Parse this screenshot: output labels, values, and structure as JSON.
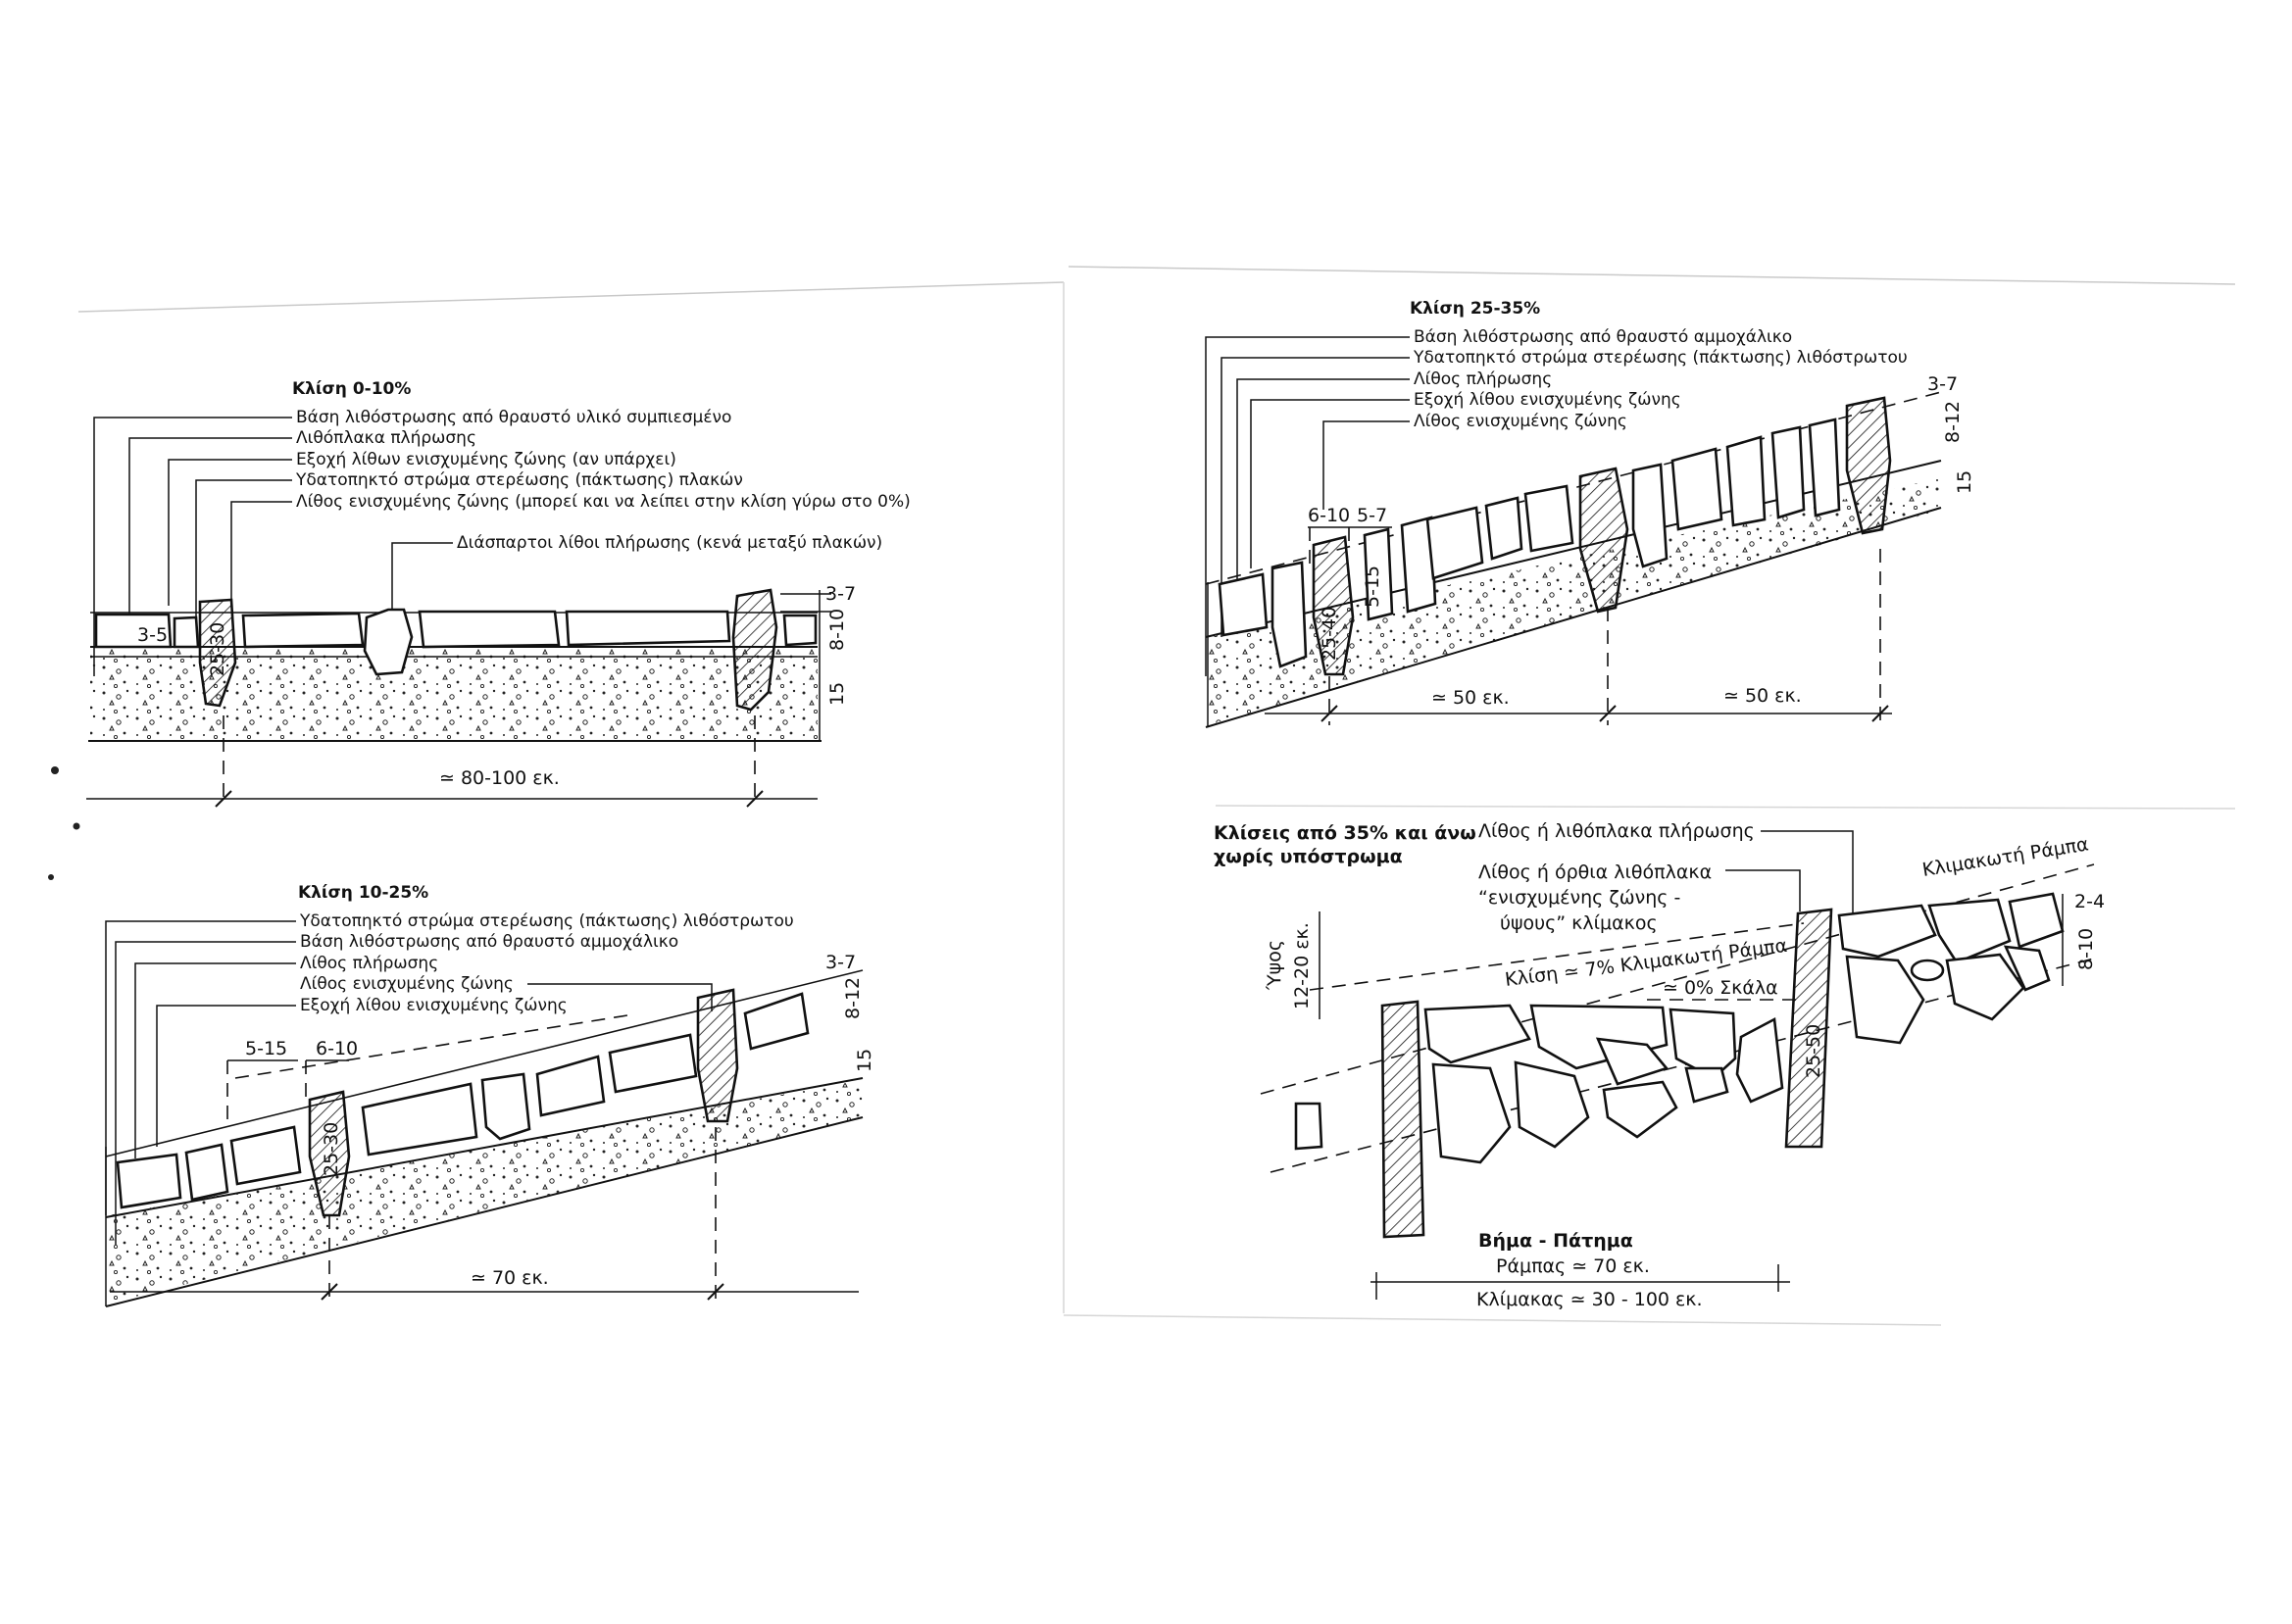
{
  "panel_a": {
    "title": "Κλίση 0-10%",
    "labels": [
      "Βάση λιθόστρωσης από θραυστό υλικό συμπιεσμένο",
      "Λιθόπλακα πλήρωσης",
      "Εξοχή λίθων ενισχυμένης ζώνης (αν υπάρχει)",
      "Υδατοπηκτό στρώμα στερέωσης (πάκτωσης) πλακών",
      "Λίθος ενισχυμένης ζώνης (μπορεί και να λείπει στην κλίση γύρω στο 0%)"
    ],
    "scatter_label": "Διάσπαρτοι λίθοι πλήρωσης (κενά μεταξύ πλακών)",
    "dims": {
      "d1": "3-5",
      "d2": "25-30",
      "d3": "3-7",
      "d4": "8-10",
      "d5": "15",
      "span": "≃ 80-100 εκ."
    }
  },
  "panel_b": {
    "title": "Κλίση 10-25%",
    "labels": [
      "Υδατοπηκτό στρώμα στερέωσης (πάκτωσης) λιθόστρωτου",
      "Βάση λιθόστρωσης από θραυστό αμμοχάλικο",
      "Λίθος πλήρωσης",
      "Λίθος ενισχυμένης ζώνης",
      "Εξοχή λίθου ενισχυμένης ζώνης"
    ],
    "dims": {
      "d1": "5-15",
      "d2": "6-10",
      "d3": "25-30",
      "d4": "3-7",
      "d5": "8-12",
      "d6": "15",
      "span": "≃ 70 εκ."
    }
  },
  "panel_c": {
    "title": "Κλίση 25-35%",
    "labels": [
      "Βάση λιθόστρωσης από θραυστό αμμοχάλικο",
      "Υδατοπηκτό στρώμα στερέωσης (πάκτωσης) λιθόστρωτου",
      "Λίθος πλήρωσης",
      "Εξοχή λίθου ενισχυμένης ζώνης",
      "Λίθος ενισχυμένης ζώνης"
    ],
    "dims": {
      "d1": "6-10",
      "d2": "5-7",
      "d3": "25-40",
      "d4": "5-15",
      "d5": "3-7",
      "d6": "8-12",
      "d7": "15",
      "span1": "≃ 50 εκ.",
      "span2": "≃ 50 εκ."
    }
  },
  "panel_d": {
    "title_line1": "Κλίσεις από 35% και άνω",
    "title_line2": "χωρίς υπόστρωμα",
    "label_fill": "Λίθος ή λιθόπλακα πλήρωσης",
    "label_edge_1": "Λίθος ή όρθια λιθόπλακα",
    "label_edge_2": "“ενισχυμένης ζώνης -",
    "label_edge_3": "ύψους” κλίμακος",
    "ramp_top": "Κλιμακωτή Ράμπα",
    "ramp_mid": "Κλίση ≃ 7%  Κλιμακωτή Ράμπα",
    "stair": "≃ 0%  Σκάλα",
    "height_label": "Ύψος",
    "height_value": "12-20 εκ.",
    "dim_edge": "25-50",
    "dim_top": "2-4",
    "dim_depth": "8-10",
    "step_title": "Βήμα - Πάτημα",
    "ramp_len": "Ράμπας ≃ 70 εκ.",
    "stair_len": "Κλίμακας ≃ 30 - 100 εκ."
  }
}
